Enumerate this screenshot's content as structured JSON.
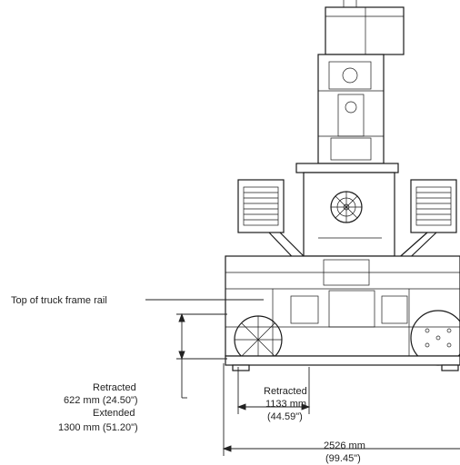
{
  "labels": {
    "top_of_rail": "Top of truck frame rail",
    "left_retracted_word": "Retracted",
    "left_retracted_value": "622 mm (24.50\")",
    "left_extended_word": "Extended",
    "left_extended_value": "1300 mm (51.20\")",
    "center_retracted_word": "Retracted",
    "center_retracted_mm": "1133 mm",
    "center_retracted_in": "(44.59\")",
    "width_mm": "2526 mm",
    "width_in": "(99.45\")"
  }
}
